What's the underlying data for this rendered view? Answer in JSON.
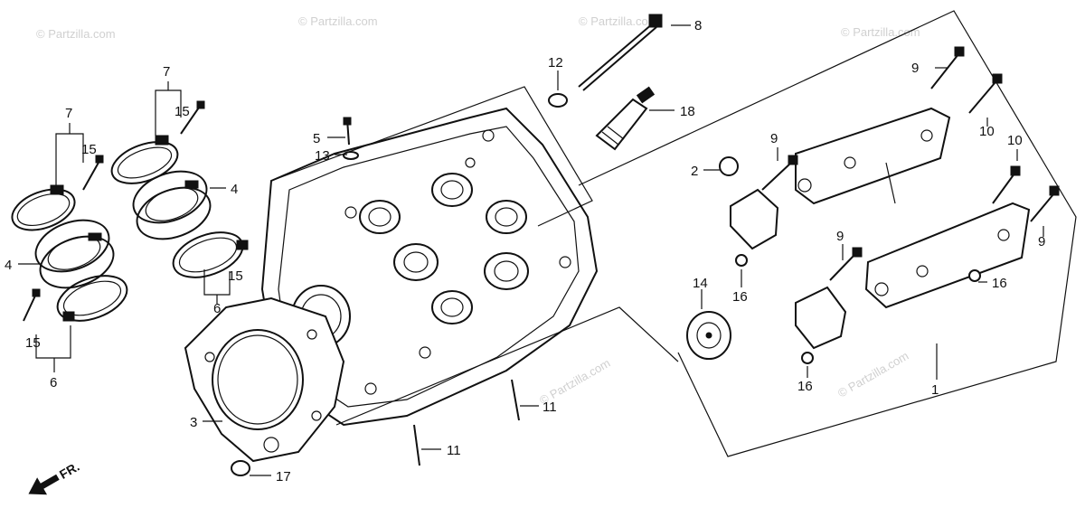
{
  "watermark": "© Partzilla.com",
  "front_indicator": "FR.",
  "callouts": {
    "c1": "1",
    "c2": "2",
    "c3": "3",
    "c4a": "4",
    "c4b": "4",
    "c5": "5",
    "c6a": "6",
    "c6b": "6",
    "c7a": "7",
    "c7b": "7",
    "c8": "8",
    "c9a": "9",
    "c9b": "9",
    "c9c": "9",
    "c9d": "9",
    "c10a": "10",
    "c10b": "10",
    "c11a": "11",
    "c11b": "11",
    "c12": "12",
    "c13": "13",
    "c14": "14",
    "c15a": "15",
    "c15b": "15",
    "c15c": "15",
    "c15d": "15",
    "c16a": "16",
    "c16b": "16",
    "c16c": "16",
    "c17": "17",
    "c18": "18"
  }
}
